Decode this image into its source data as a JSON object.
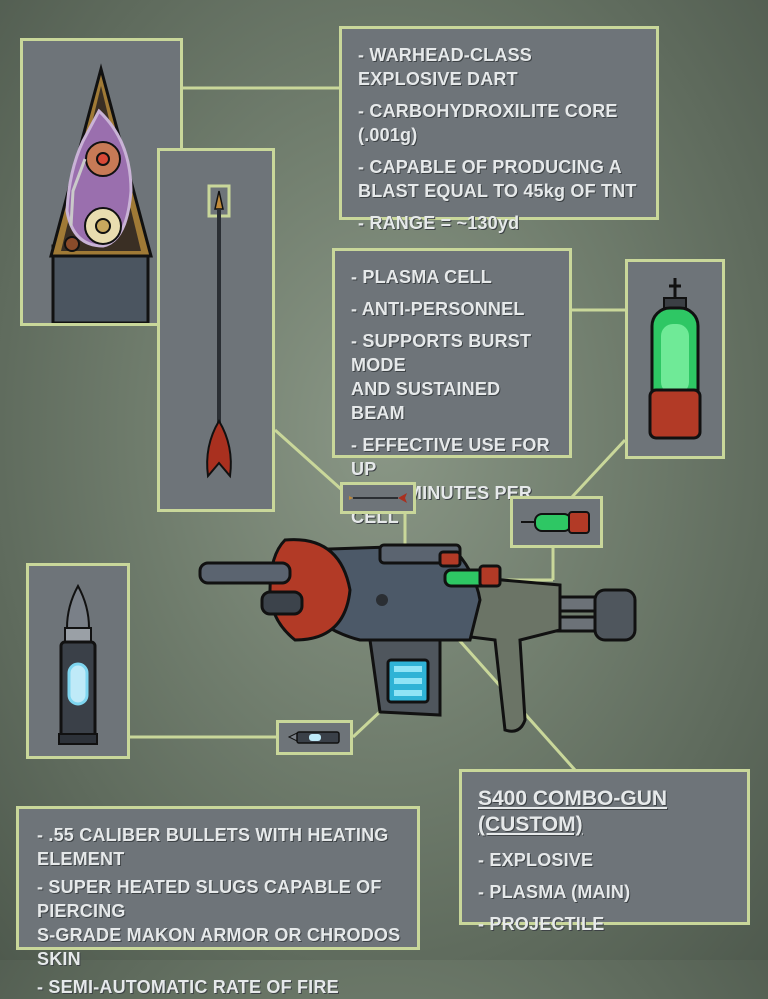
{
  "explosive": {
    "bullets": [
      "- WARHEAD-CLASS EXPLOSIVE DART",
      "- CARBOHYDROXILITE CORE (.001g)",
      "- CAPABLE OF PRODUCING A",
      "BLAST EQUAL TO 45kg OF TNT",
      "- RANGE = ~130yd"
    ]
  },
  "plasma": {
    "bullets": [
      "- PLASMA CELL",
      "- ANTI-PERSONNEL",
      "- SUPPORTS BURST MODE",
      "AND SUSTAINED BEAM",
      "- EFFECTIVE USE FOR UP",
      "TO 25 MINUTES PER CELL"
    ]
  },
  "projectile": {
    "bullets": [
      "- .55 CALIBER BULLETS WITH HEATING ELEMENT",
      "- SUPER HEATED SLUGS CAPABLE OF PIERCING",
      "S-GRADE MAKON ARMOR OR CHRODOS SKIN",
      "- SEMI-AUTOMATIC RATE OF FIRE"
    ]
  },
  "gun": {
    "title": "S400 COMBO-GUN (CUSTOM)",
    "items": [
      "- EXPLOSIVE",
      "- PLASMA (MAIN)",
      "- PROJECTILE"
    ]
  },
  "colors": {
    "panel_border": "#c9d79a",
    "panel_fill": "#6e7479",
    "plasma_glow": "#3fe07a",
    "bullet_glow": "#7fd6f0",
    "gun_red": "#b23a26"
  },
  "icons": [
    "dart-tip-cutaway-icon",
    "dart-icon",
    "plasma-cell-icon",
    "bullet-icon",
    "combo-gun-icon"
  ]
}
